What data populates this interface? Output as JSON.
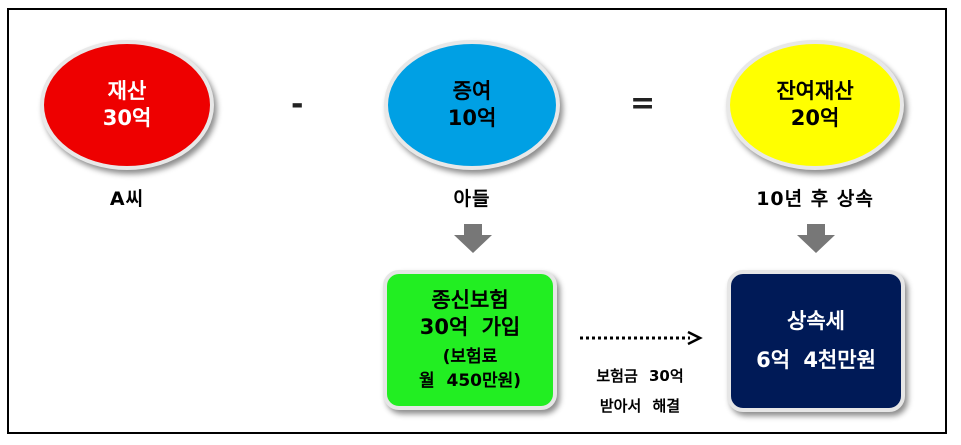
{
  "nodes": {
    "property": {
      "title": "재산",
      "value": "30억",
      "caption": "A씨",
      "color": "#ee0000",
      "text_color": "#ffffff"
    },
    "gift": {
      "title": "증여",
      "value": "10억",
      "caption": "아들",
      "color": "#00a0e4",
      "text_color": "#000000"
    },
    "remaining": {
      "title": "잔여재산",
      "value": "20억",
      "caption": "10년 후 상속",
      "color": "#ffff00",
      "text_color": "#000000"
    }
  },
  "operators": {
    "minus": "-",
    "equals": "="
  },
  "insurance_box": {
    "line1": "종신보험",
    "line2": "30억 가입",
    "line3": "(보험료",
    "line4": "월 450만원)",
    "color": "#22ee22"
  },
  "tax_box": {
    "line1": "상속세",
    "line2": "6억 4천만원",
    "color": "#001a57"
  },
  "connector_note": {
    "line1": "보험금 30억",
    "line2": "받아서 해결"
  }
}
